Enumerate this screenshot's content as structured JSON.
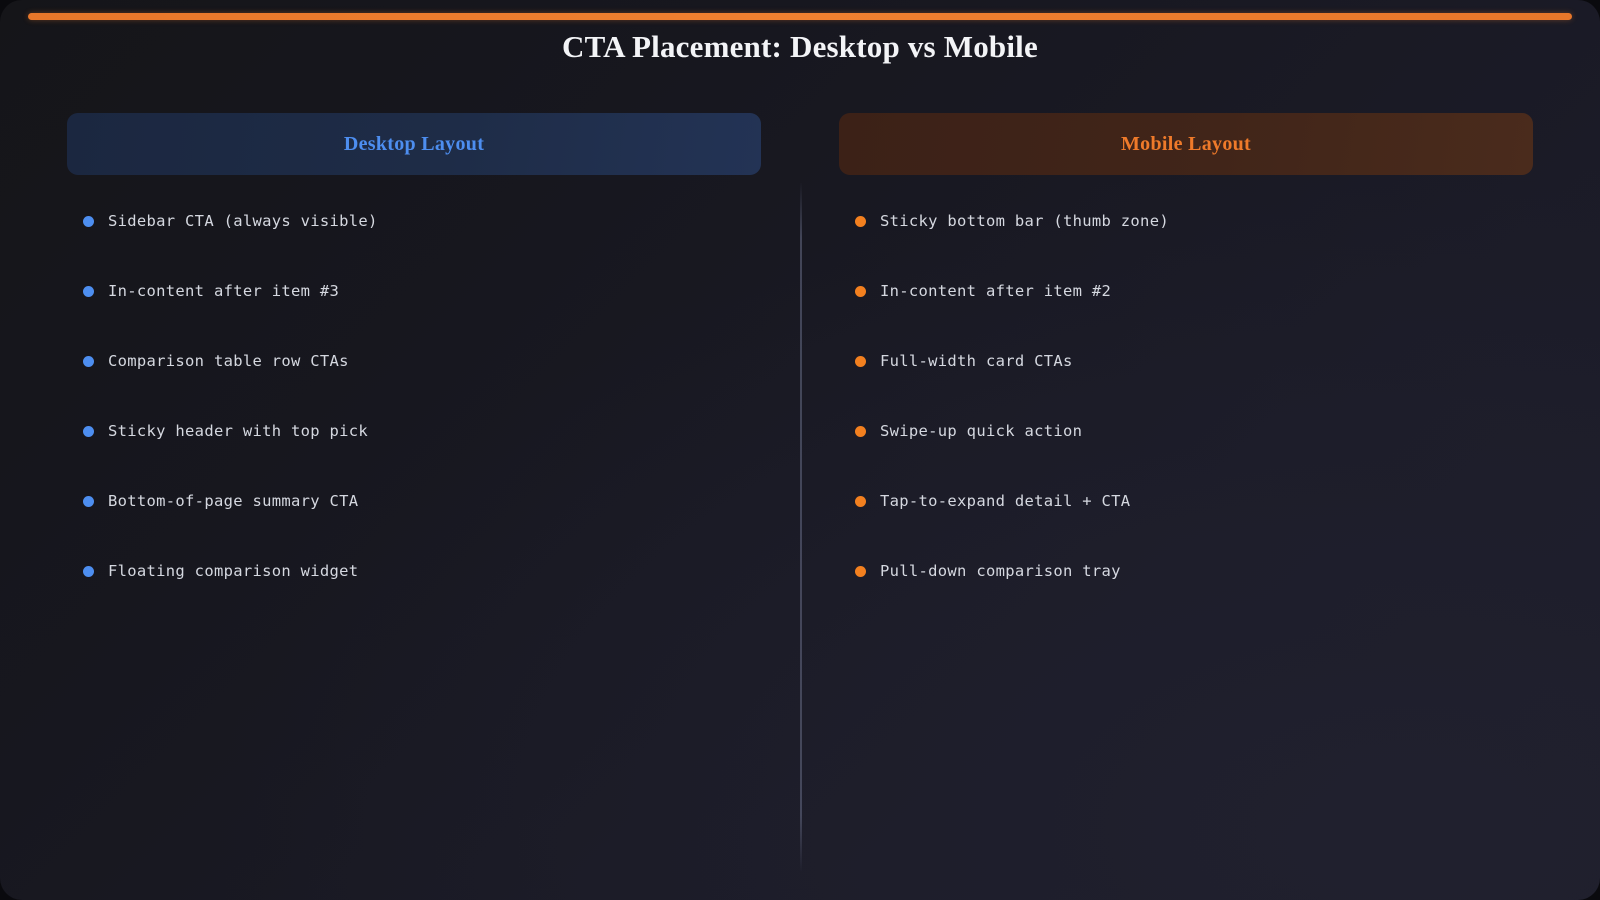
{
  "slide": {
    "title": "CTA Placement: Desktop vs Mobile",
    "accent_color": "#ef7a2a",
    "background_color": "#18181f"
  },
  "columns": [
    {
      "id": "desktop",
      "header": "Desktop Layout",
      "header_text_color": "#4d8ef0",
      "header_bg_color": "#1e2c47",
      "bullet_color": "#4d8ef0",
      "items": [
        "Sidebar CTA (always visible)",
        "In-content after item #3",
        "Comparison table row CTAs",
        "Sticky header with top pick",
        "Bottom-of-page summary CTA",
        "Floating comparison widget"
      ]
    },
    {
      "id": "mobile",
      "header": "Mobile Layout",
      "header_text_color": "#ef7a2a",
      "header_bg_color": "#412519",
      "bullet_color": "#f3801f",
      "items": [
        "Sticky bottom bar (thumb zone)",
        "In-content after item #2",
        "Full-width card CTAs",
        "Swipe-up quick action",
        "Tap-to-expand detail + CTA",
        "Pull-down comparison tray"
      ]
    }
  ]
}
